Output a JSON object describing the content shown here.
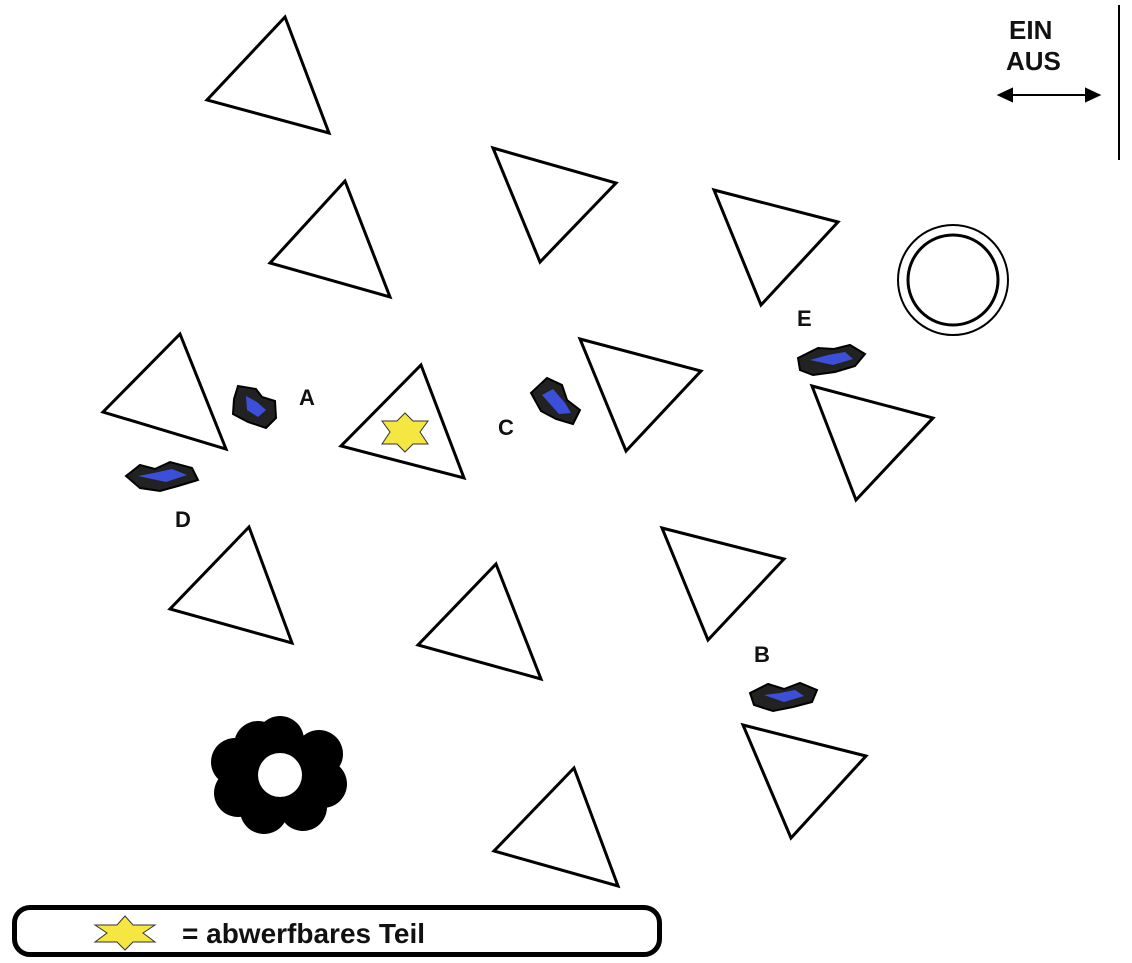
{
  "switch": {
    "on_label": "EIN",
    "off_label": "AUS"
  },
  "markers": {
    "A": "A",
    "B": "B",
    "C": "C",
    "D": "D",
    "E": "E"
  },
  "legend": {
    "text": "= abwerfbares Teil",
    "symbol": "yellow-star-icon"
  },
  "colors": {
    "star": "#f5e642",
    "piece": "#3b4fd8",
    "outline": "#000000"
  }
}
